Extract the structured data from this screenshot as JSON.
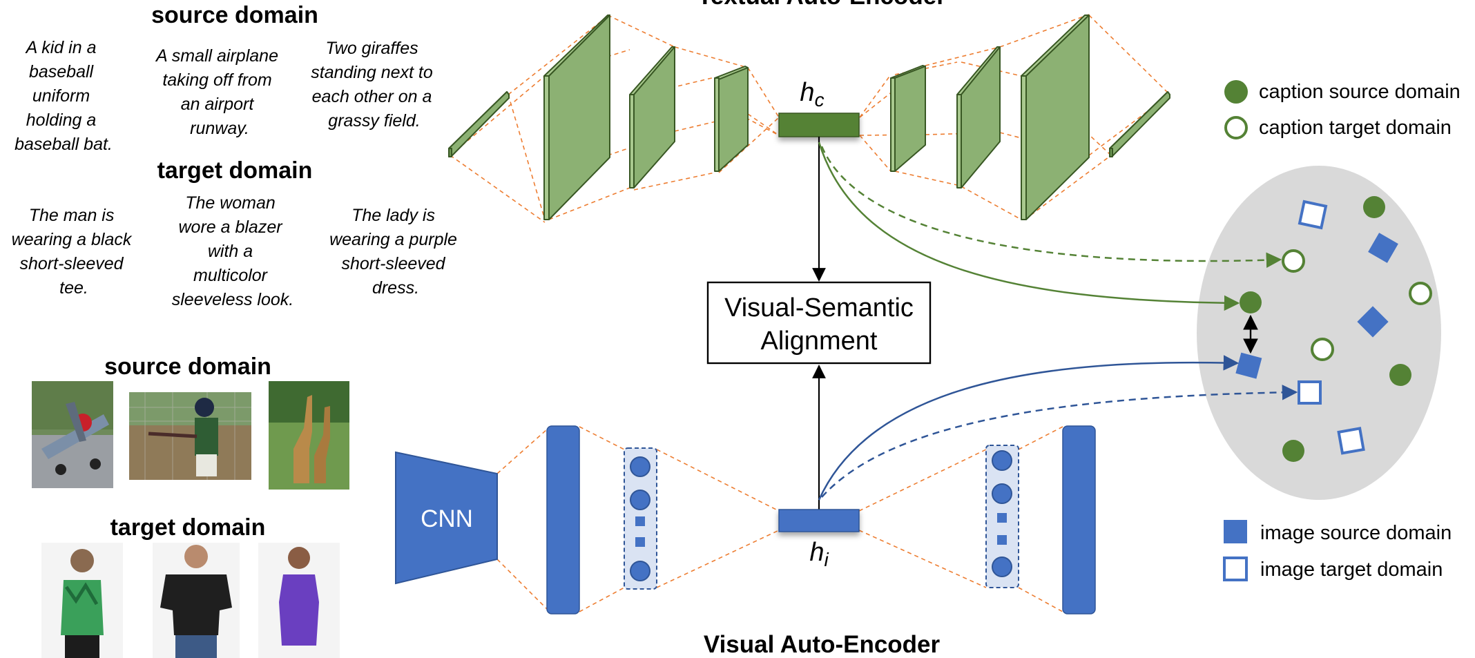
{
  "figure": {
    "textual_title": "Textual Auto-Encoder",
    "visual_title": "Visual Auto-Encoder",
    "hc_symbol": "h",
    "hc_sub": "c",
    "hi_symbol": "h",
    "hi_sub": "i",
    "alignment_line1": "Visual-Semantic",
    "alignment_line2": "Alignment",
    "cnn_label": "CNN"
  },
  "captions": {
    "source_heading": "source domain",
    "target_heading": "target domain",
    "source": [
      [
        "A kid in a",
        "baseball",
        "uniform",
        "holding a",
        "baseball bat."
      ],
      [
        "A small airplane",
        "taking off from",
        "an airport",
        "runway."
      ],
      [
        "Two giraffes",
        "standing next to",
        "each other on a",
        "grassy field."
      ]
    ],
    "target": [
      [
        "The man is",
        "wearing a black",
        "short-sleeved",
        "tee."
      ],
      [
        "The woman",
        "wore a blazer",
        "with a",
        "multicolor",
        "sleeveless look."
      ],
      [
        "The lady is",
        "wearing a purple",
        "short-sleeved",
        "dress."
      ]
    ]
  },
  "images": {
    "source_heading": "source domain",
    "target_heading": "target domain"
  },
  "legend": {
    "caption_source": "caption source domain",
    "caption_target": "caption target domain",
    "image_source": "image source domain",
    "image_target": "image target domain"
  },
  "colors": {
    "green": "#548235",
    "green_fill": "#8cb173",
    "blue": "#4472c4",
    "orange": "#ed7d31",
    "ellipse": "#d9d9d9"
  }
}
